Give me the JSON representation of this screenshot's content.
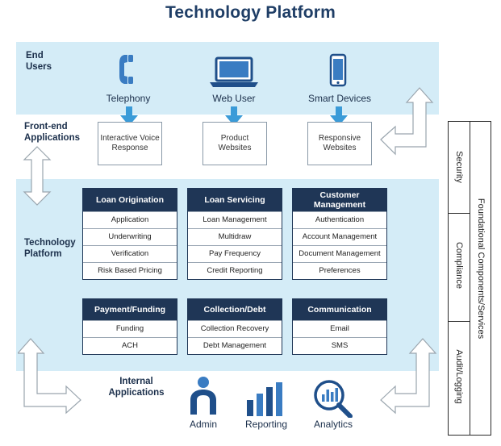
{
  "title": "Technology Platform",
  "tiers": {
    "end_users": "End Users",
    "front_end": "Front-end Applications",
    "technology_platform": "Technology Platform",
    "internal": "Internal Applications"
  },
  "end_users": {
    "telephony": "Telephony",
    "web_user": "Web User",
    "smart_devices": "Smart Devices"
  },
  "front_end_apps": {
    "ivr": "Interactive Voice Response",
    "product_websites": "Product Websites",
    "responsive_websites": "Responsive Websites"
  },
  "modules": {
    "loan_origination": {
      "title": "Loan Origination",
      "items": [
        "Application",
        "Underwriting",
        "Verification",
        "Risk Based Pricing"
      ]
    },
    "loan_servicing": {
      "title": "Loan Servicing",
      "items": [
        "Loan Management",
        "Multidraw",
        "Pay Frequency",
        "Credit Reporting"
      ]
    },
    "customer_management": {
      "title": "Customer Management",
      "items": [
        "Authentication",
        "Account Management",
        "Document Management",
        "Preferences"
      ]
    },
    "payment_funding": {
      "title": "Payment/Funding",
      "items": [
        "Funding",
        "ACH"
      ]
    },
    "collection_debt": {
      "title": "Collection/Debt",
      "items": [
        "Collection Recovery",
        "Debt Management"
      ]
    },
    "communication": {
      "title": "Communication",
      "items": [
        "Email",
        "SMS"
      ]
    }
  },
  "internal_apps": {
    "admin": "Admin",
    "reporting": "Reporting",
    "analytics": "Analytics"
  },
  "foundation": {
    "title": "Foundational Components/Services",
    "security": "Security",
    "compliance": "Compliance",
    "audit": "Audit/Logging"
  },
  "colors": {
    "band": "#d4ecf7",
    "navy": "#1f3656",
    "accent_blue": "#3a7cc2",
    "icon_dark": "#1f4f8a"
  }
}
